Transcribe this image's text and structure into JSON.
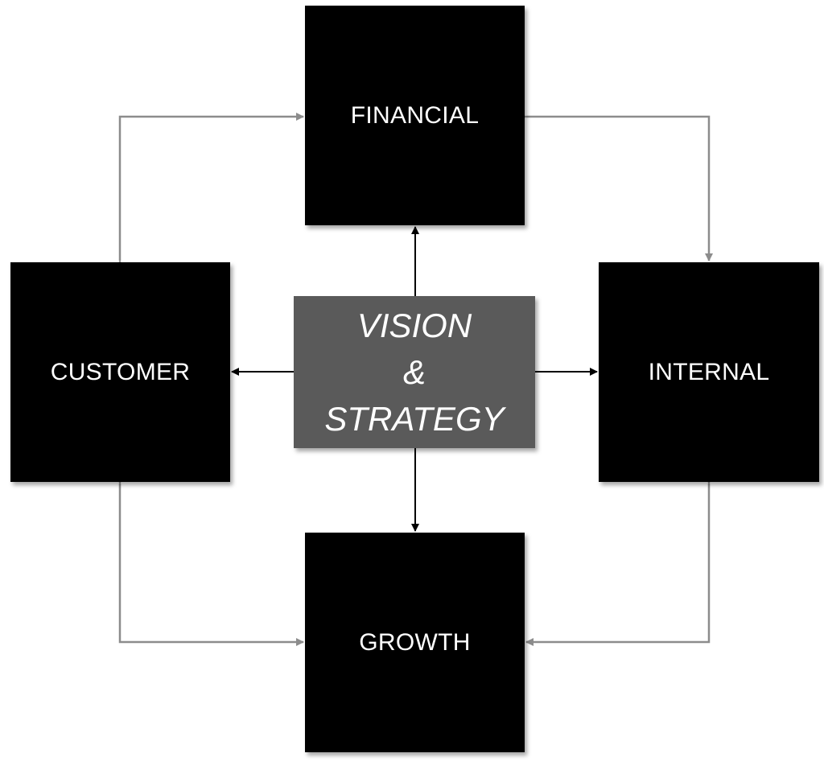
{
  "colors": {
    "box_fill": "#000000",
    "center_fill": "#5a5a5a",
    "text": "#ffffff",
    "center_arrow": "#000000",
    "perimeter_arrow": "#8c8c8c",
    "background": "#ffffff"
  },
  "center": {
    "line1": "VISION",
    "line2": "&",
    "line3": "STRATEGY"
  },
  "perspectives": {
    "financial": "FINANCIAL",
    "customer": "CUSTOMER",
    "internal": "INTERNAL",
    "growth": "GROWTH"
  }
}
